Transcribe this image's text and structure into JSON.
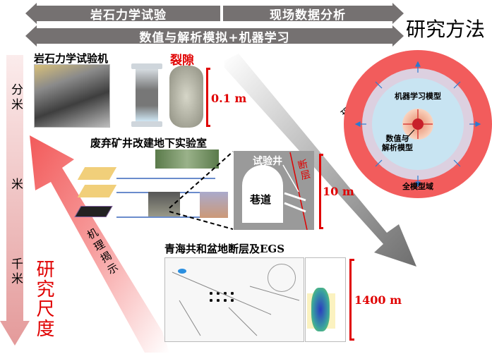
{
  "methods": {
    "heading": "研究方法",
    "rock_test": "岩石力学试验",
    "field_data": "现场数据分析",
    "numerical_ml": "数值与解析模拟+机器学习"
  },
  "scale_axis": {
    "label": "研究尺度",
    "levels": [
      "分米",
      "米",
      "千米"
    ]
  },
  "arrows": {
    "mechanism": "机理揭示",
    "field_application": "现场应用"
  },
  "panel_lab": {
    "title": "岩石力学试验机",
    "fracture_label": "裂隙",
    "scale": "0.1 m"
  },
  "panel_mine": {
    "title": "废弃矿井改建地下实验室",
    "test_well": "试验井",
    "fault": "断层",
    "tunnel": "巷道",
    "scale": "10 m"
  },
  "panel_field": {
    "title": "青海共和盆地断层及EGS",
    "scale": "1400 m"
  },
  "model_circle": {
    "ml_model": "机器学习模型",
    "analytic_model_line1": "数值与",
    "analytic_model_line2": "解析模型",
    "full_domain": "全模型域"
  },
  "colors": {
    "band": "#757171",
    "accent_red": "#e00000"
  }
}
